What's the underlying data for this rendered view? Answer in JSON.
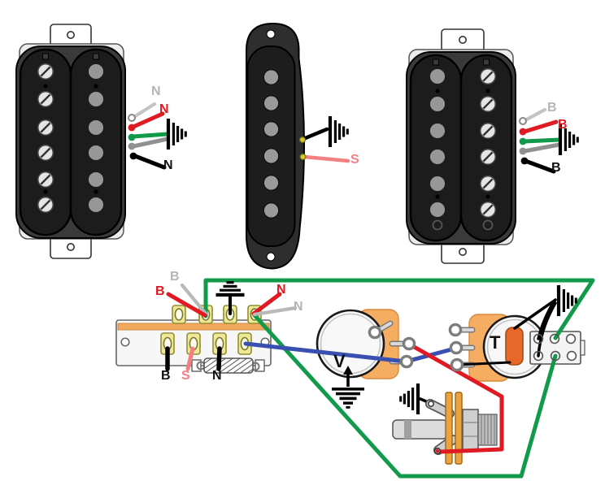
{
  "labels": {
    "neck_pickup": {
      "white_wire": "N",
      "red_wire": "N",
      "black_wire": "N"
    },
    "middle_pickup": {
      "signal_wire": "S"
    },
    "bridge_pickup": {
      "white_wire": "B",
      "red_wire": "B",
      "black_wire": "B"
    },
    "selector_switch": {
      "top_white_b": "B",
      "top_red_b": "B",
      "top_red_n": "N",
      "top_white_n": "N",
      "bottom_b": "B",
      "bottom_s": "S",
      "bottom_n": "N"
    },
    "volume_pot": {
      "label": "V"
    },
    "tone_pot": {
      "label": "T"
    }
  },
  "colors": {
    "green_wire": "#109a4a",
    "red_wire": "#e01922",
    "blue_wire": "#3a50b0",
    "gray_wire": "#b5b5b5",
    "salmon_wire": "#f28083",
    "black_wire": "#000000",
    "pot_body_orange": "#f5ad62",
    "capacitor_orange": "#e8672a",
    "switch_lug_yellow": "#efe896",
    "switch_stripe_orange": "#f2a85c",
    "jack_washer_orange": "#eda23f"
  }
}
